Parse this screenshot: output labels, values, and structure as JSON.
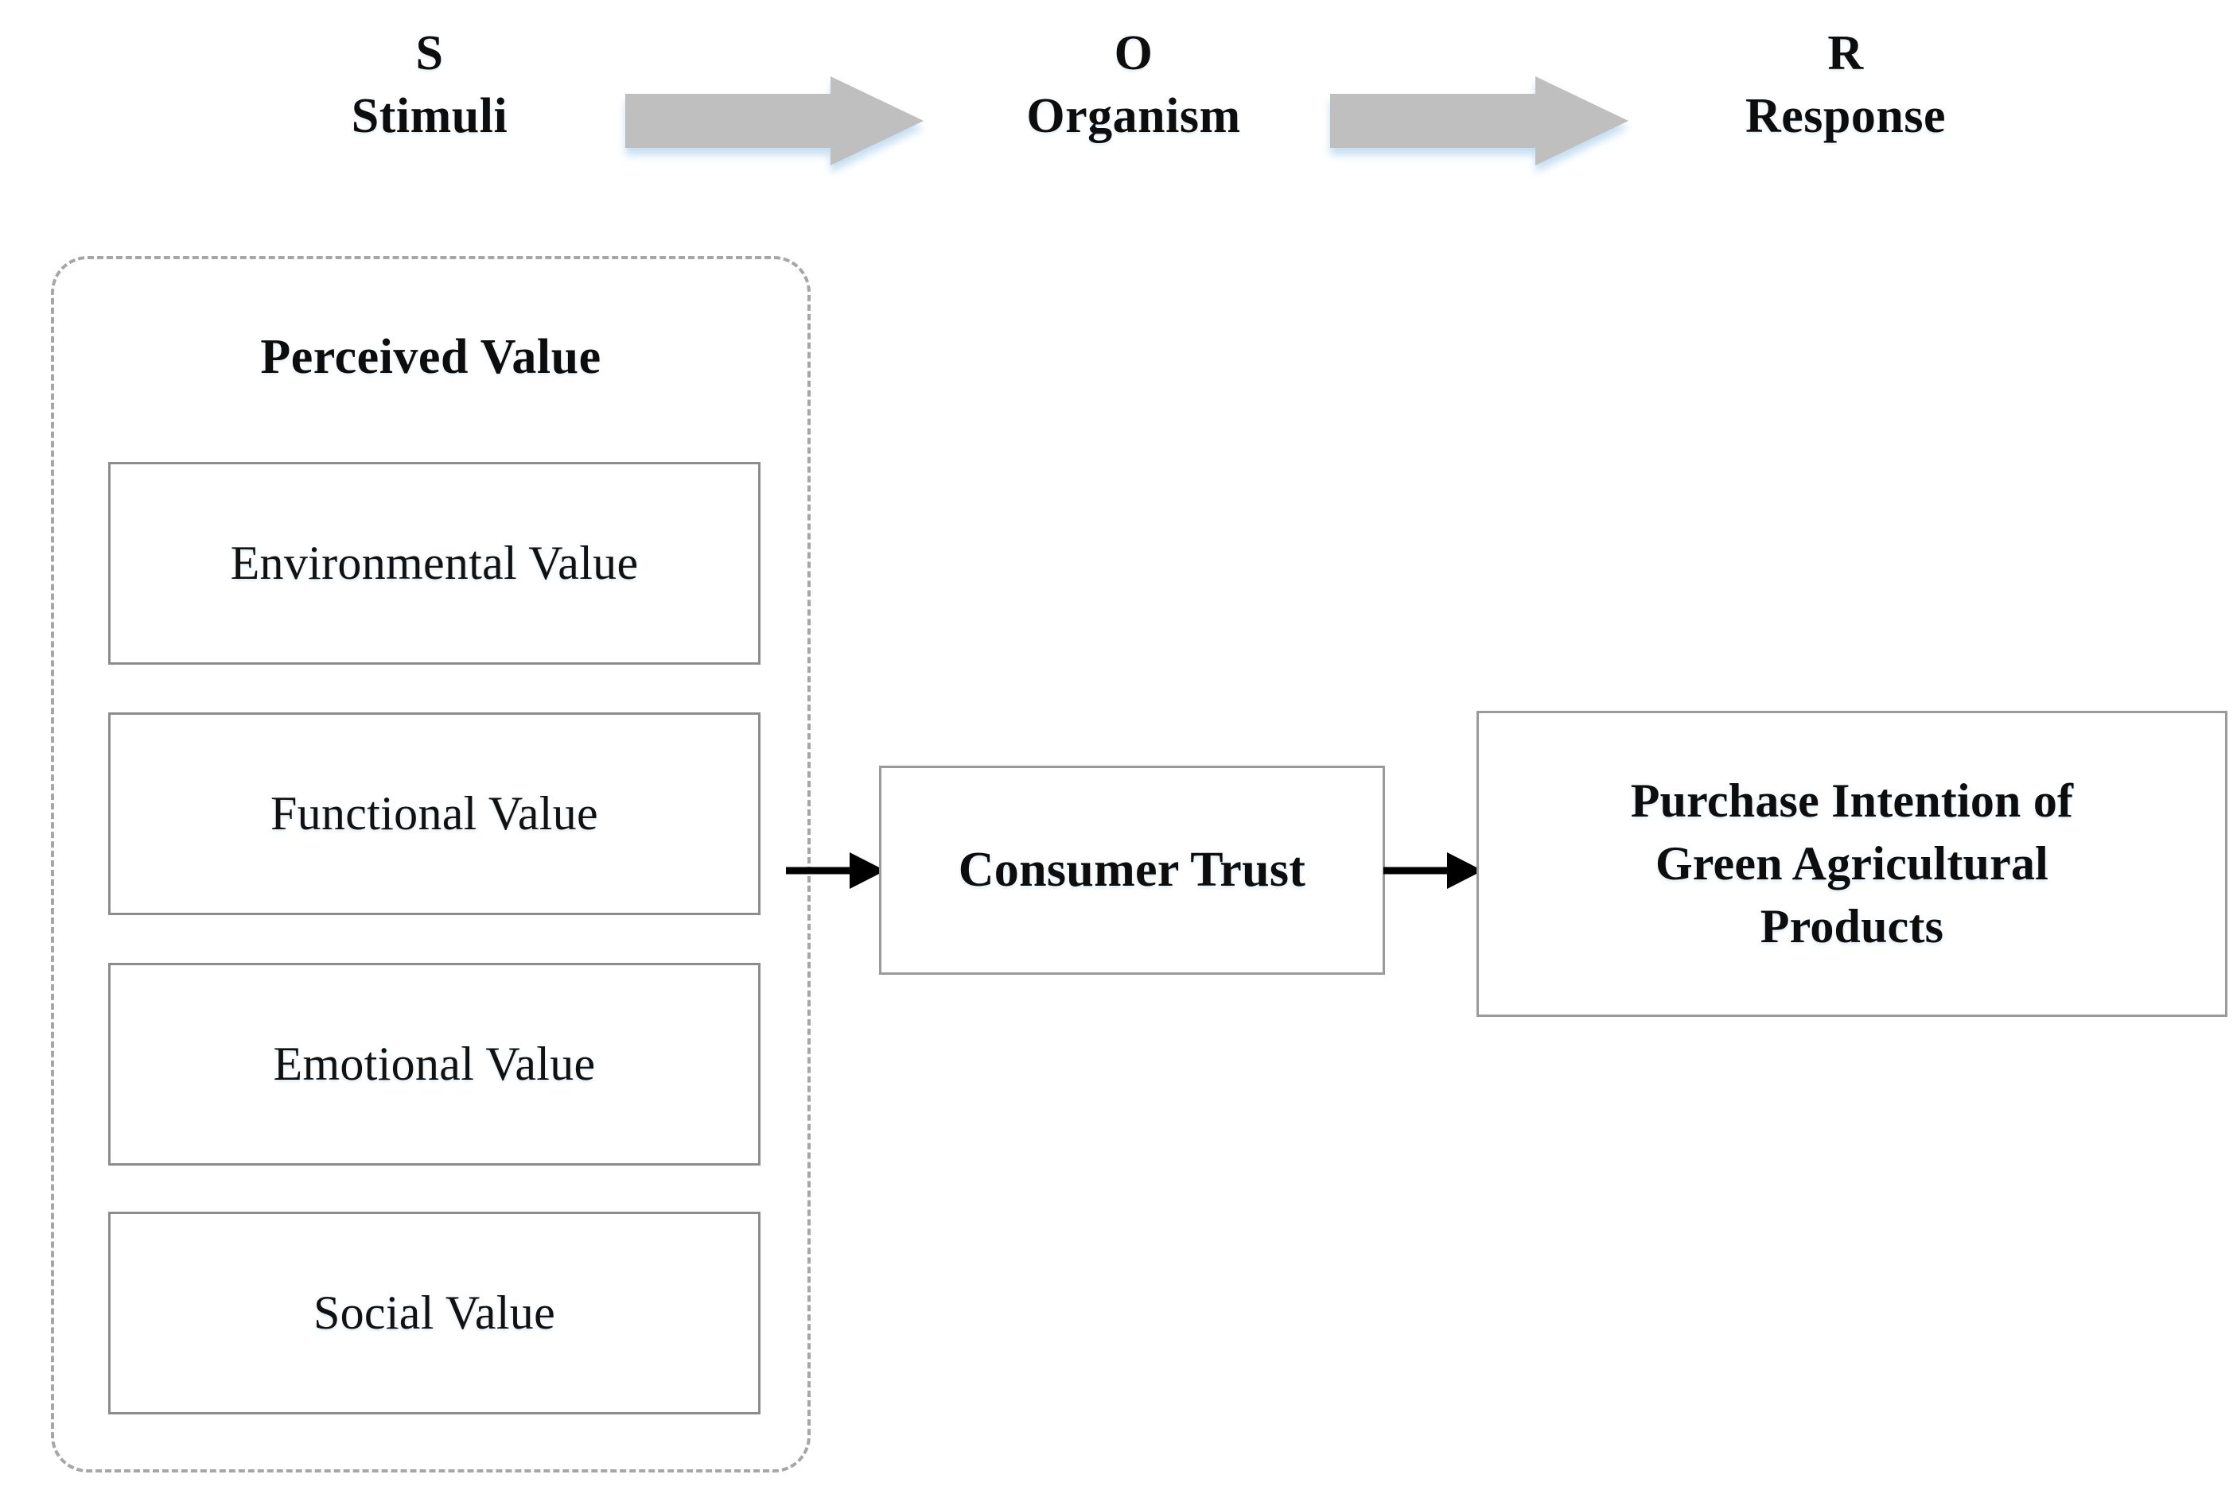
{
  "diagram": {
    "type": "conceptual-framework",
    "framework": "S-O-R (Stimulus-Organism-Response)",
    "header": {
      "stages": [
        {
          "letter": "S",
          "word": "Stimuli",
          "name": "stimuli"
        },
        {
          "letter": "O",
          "word": "Organism",
          "name": "organism"
        },
        {
          "letter": "R",
          "word": "Response",
          "name": "response"
        }
      ],
      "arrow_icon": "right-block-arrow"
    },
    "perceived_value_group": {
      "title": "Perceived Value",
      "border_style": "dashed-rounded",
      "items": [
        {
          "label": "Environmental Value"
        },
        {
          "label": "Functional Value"
        },
        {
          "label": "Emotional Value"
        },
        {
          "label": "Social Value"
        }
      ]
    },
    "organism_node": {
      "label": "Consumer Trust"
    },
    "response_node": {
      "lines": [
        "Purchase Intention of",
        "Green Agricultural",
        "Products"
      ]
    },
    "connectors": [
      {
        "name": "perceived-value-to-consumer-trust",
        "icon": "right-arrow"
      },
      {
        "name": "consumer-trust-to-purchase-intention",
        "icon": "right-arrow"
      }
    ],
    "colors": {
      "block_arrow_fill": "#BFBFBF",
      "block_arrow_glow": "#CFE4F5",
      "dashed_border": "#A6A6A6",
      "box_border": "#8C8C8C",
      "text": "#0D0D0D",
      "background": "#FFFFFF"
    }
  }
}
